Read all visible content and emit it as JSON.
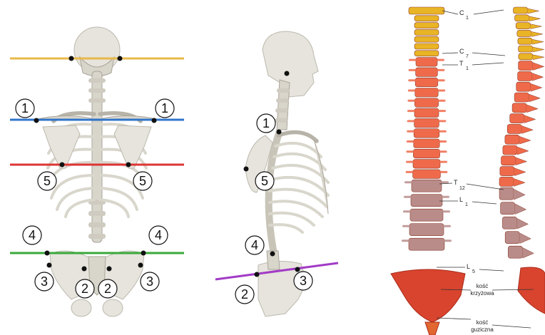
{
  "colors": {
    "line_yellow": "#e8b84a",
    "line_blue": "#2f74c9",
    "line_red": "#dd3434",
    "line_green": "#3aa93a",
    "line_purple": "#a23bc6",
    "cervical": "#e9b425",
    "thoracic": "#ef6a4a",
    "lumbar": "#b98c8a",
    "sacrum": "#d9442e"
  },
  "back_view": {
    "markers": [
      "1",
      "1",
      "5",
      "5",
      "4",
      "4",
      "3",
      "3",
      "2",
      "2"
    ]
  },
  "side_view": {
    "markers": [
      "1",
      "5",
      "4",
      "3",
      "2"
    ]
  },
  "spine": {
    "c1": "C",
    "c1_sub": "1",
    "c7": "C",
    "c7_sub": "7",
    "t1": "T",
    "t1_sub": "1",
    "t12": "T",
    "t12_sub": "12",
    "l1": "L",
    "l1_sub": "1",
    "l5": "L",
    "l5_sub": "5",
    "sacrum_line1": "kość",
    "sacrum_line2": "krzyżowa",
    "coccyx_line1": "kość",
    "coccyx_line2": "guziczna"
  }
}
